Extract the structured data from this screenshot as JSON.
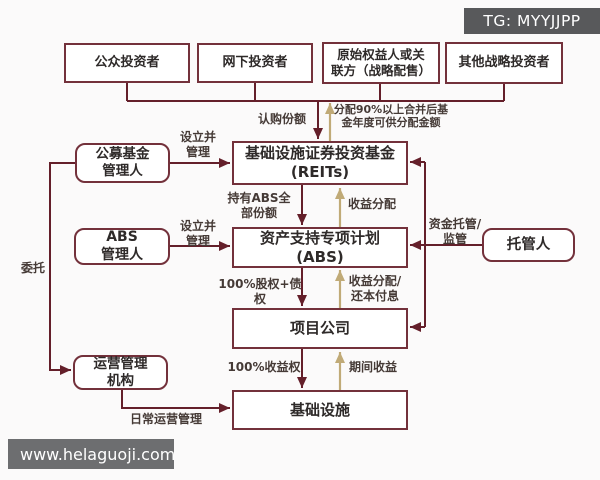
{
  "badge": {
    "text": "TG: MYYJJPP"
  },
  "watermark": {
    "text": "www.helaguoji.com"
  },
  "colors": {
    "box_border": "#73313b",
    "arrow_red": "#641f2a",
    "arrow_gold": "#c0aa77",
    "badge_bg": "#58595b",
    "watermark_bg": "#6d6e70",
    "text_main": "#2e2a29",
    "text_label": "#453a36"
  },
  "diagram": {
    "nodes": {
      "public_investor": "公众投资者",
      "offline_investor": "网下投资者",
      "original_rights": "原始权益人或关\n联方（战略配售）",
      "other_strategic": "其他战略投资者",
      "fund_manager": "公募基金\n管理人",
      "reits": "基础设施证券投资基金\n(REITs)",
      "abs_manager": "ABS\n管理人",
      "abs_plan": "资产支持专项计划\n(ABS)",
      "custodian": "托管人",
      "project_company": "项目公司",
      "operations_manager": "运营管理\n机构",
      "infrastructure": "基础设施"
    },
    "edges": {
      "subscribe": "认购份额",
      "distribute_90": "分配90%以上合并后基\n金年度可供分配金额",
      "establish_manage_1": "设立并\n管理",
      "establish_manage_2": "设立并\n管理",
      "hold_abs_shares": "持有ABS全\n部份额",
      "income_distribution": "收益分配",
      "fund_custody": "资金托管/\n监管",
      "entrust": "委托",
      "equity_plus_debt": "100%股权+债权",
      "income_repayment": "收益分配/\n还本付息",
      "income_right": "100%收益权",
      "period_income": "期间收益",
      "daily_operations": "日常运营管理"
    }
  }
}
